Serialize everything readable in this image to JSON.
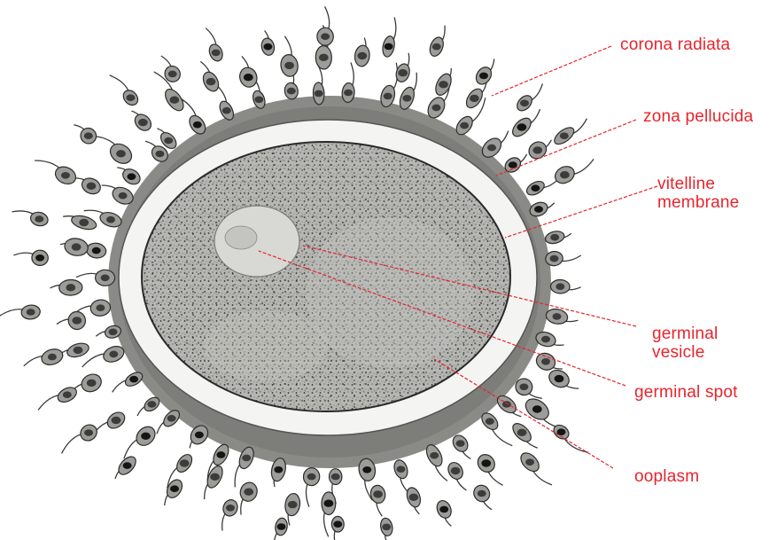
{
  "figure": {
    "labels": {
      "corona_radiata": "corona radiata",
      "zona_pellucida": "zona pellucida",
      "vitelline_membrane": [
        "vitelline",
        "membrane"
      ],
      "germinal_vesicle": [
        "germinal",
        "vesicle"
      ],
      "germinal_spot": "germinal spot",
      "ooplasm": "ooplasm"
    },
    "colors": {
      "label": "#e8242c",
      "leader_line": "#e8242c",
      "zona": "#f4f4f2",
      "ooplasm": "#b8b8b4",
      "corona": "#8e8e8a",
      "ink": "#1e1e1e"
    }
  }
}
